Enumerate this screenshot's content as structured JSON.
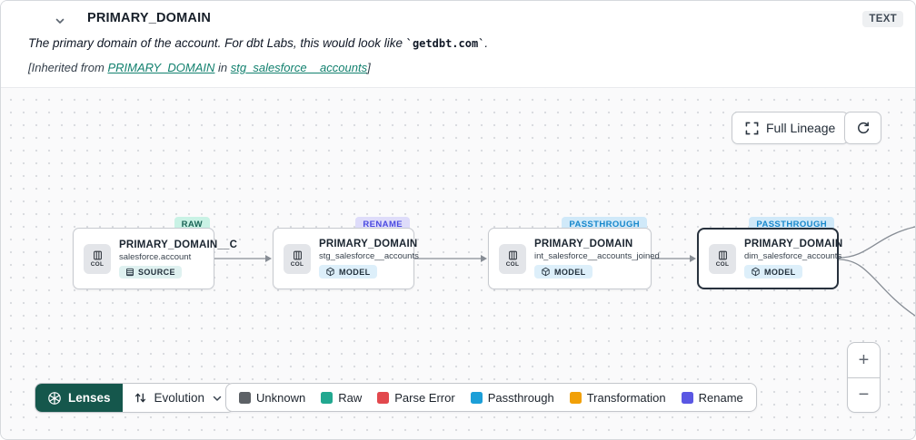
{
  "header": {
    "title": "PRIMARY_DOMAIN",
    "type_badge": "TEXT",
    "description": {
      "prefix": "The primary domain of the account. For dbt Labs, this would look like ",
      "code": "`getdbt.com`",
      "suffix": "."
    },
    "inherited": {
      "prefix": "[Inherited from ",
      "column_link": "PRIMARY_DOMAIN",
      "middle": " in ",
      "model_link": "stg_salesforce__accounts",
      "suffix": "]"
    }
  },
  "toolbar": {
    "full_lineage_label": "Full Lineage"
  },
  "canvas": {
    "nodes": [
      {
        "title": "PRIMARY_DOMAIN__C",
        "subtitle": "salesforce.account",
        "resource": "SOURCE",
        "col_label": "COL",
        "badge": "RAW",
        "badge_type": "raw",
        "selected": false
      },
      {
        "title": "PRIMARY_DOMAIN",
        "subtitle": "stg_salesforce__accounts",
        "resource": "MODEL",
        "col_label": "COL",
        "badge": "RENAME",
        "badge_type": "rename",
        "selected": false
      },
      {
        "title": "PRIMARY_DOMAIN",
        "subtitle": "int_salesforce__accounts_joined",
        "resource": "MODEL",
        "col_label": "COL",
        "badge": "PASSTHROUGH",
        "badge_type": "passthrough",
        "selected": false
      },
      {
        "title": "PRIMARY_DOMAIN",
        "subtitle": "dim_salesforce_accounts",
        "resource": "MODEL",
        "col_label": "COL",
        "badge": "PASSTHROUGH",
        "badge_type": "passthrough",
        "selected": true
      }
    ]
  },
  "footer": {
    "lenses_label": "Lenses",
    "evolution_label": "Evolution",
    "legend": [
      {
        "label": "Unknown",
        "color": "#5d6166"
      },
      {
        "label": "Raw",
        "color": "#22a890"
      },
      {
        "label": "Parse Error",
        "color": "#e2484d"
      },
      {
        "label": "Passthrough",
        "color": "#1c9fd8"
      },
      {
        "label": "Transformation",
        "color": "#f1a008"
      },
      {
        "label": "Rename",
        "color": "#5a57e3"
      }
    ]
  },
  "zoom_controls": {
    "zoom_in": "+",
    "zoom_out": "−"
  },
  "colors": {
    "link_teal": "#13816f",
    "lenses_bg": "#15574c",
    "selected_node_border": "#27313d",
    "edge": "#878d95",
    "canvas_bg": "#fafafb"
  }
}
